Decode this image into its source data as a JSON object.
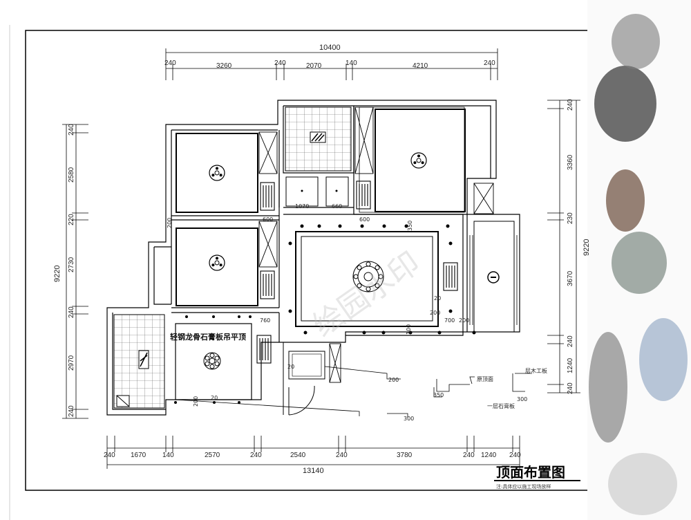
{
  "drawing": {
    "title": "顶面布置图",
    "note": "注:具体应以施工现场放样",
    "watermark": "绘园水印"
  },
  "dimensions": {
    "top_total": "10400",
    "top": [
      "240",
      "3260",
      "240",
      "2070",
      "140",
      "4210",
      "240"
    ],
    "bottom_total": "13140",
    "bottom": [
      "240",
      "1670",
      "140",
      "2570",
      "240",
      "2540",
      "240",
      "3780",
      "240",
      "1240",
      "240"
    ],
    "left_total": "9220",
    "left": [
      "240",
      "2580",
      "220",
      "2730",
      "240",
      "2970",
      "240"
    ],
    "right_total": "9220",
    "right": [
      "240",
      "3360",
      "230",
      "3670",
      "240",
      "1240",
      "240"
    ]
  },
  "labels": {
    "ceiling_note": "轻钢龙骨石膏板吊平顶",
    "original_ceiling": "原顶面",
    "wood_board": "层木工板",
    "gypsum_board": "一层石膏板"
  },
  "small_dims": {
    "d1070": "1070",
    "d660": "660",
    "d600a": "600",
    "d600b": "600",
    "d350": "350",
    "d200a": "200",
    "d760": "760",
    "d700": "700",
    "d200b": "200",
    "d200c": "200",
    "d20a": "20",
    "d100": "100",
    "d20b": "20",
    "d20c": "20",
    "d200d": "200",
    "d350b": "350",
    "d300a": "300",
    "d200e": "200",
    "d300b": "300"
  }
}
